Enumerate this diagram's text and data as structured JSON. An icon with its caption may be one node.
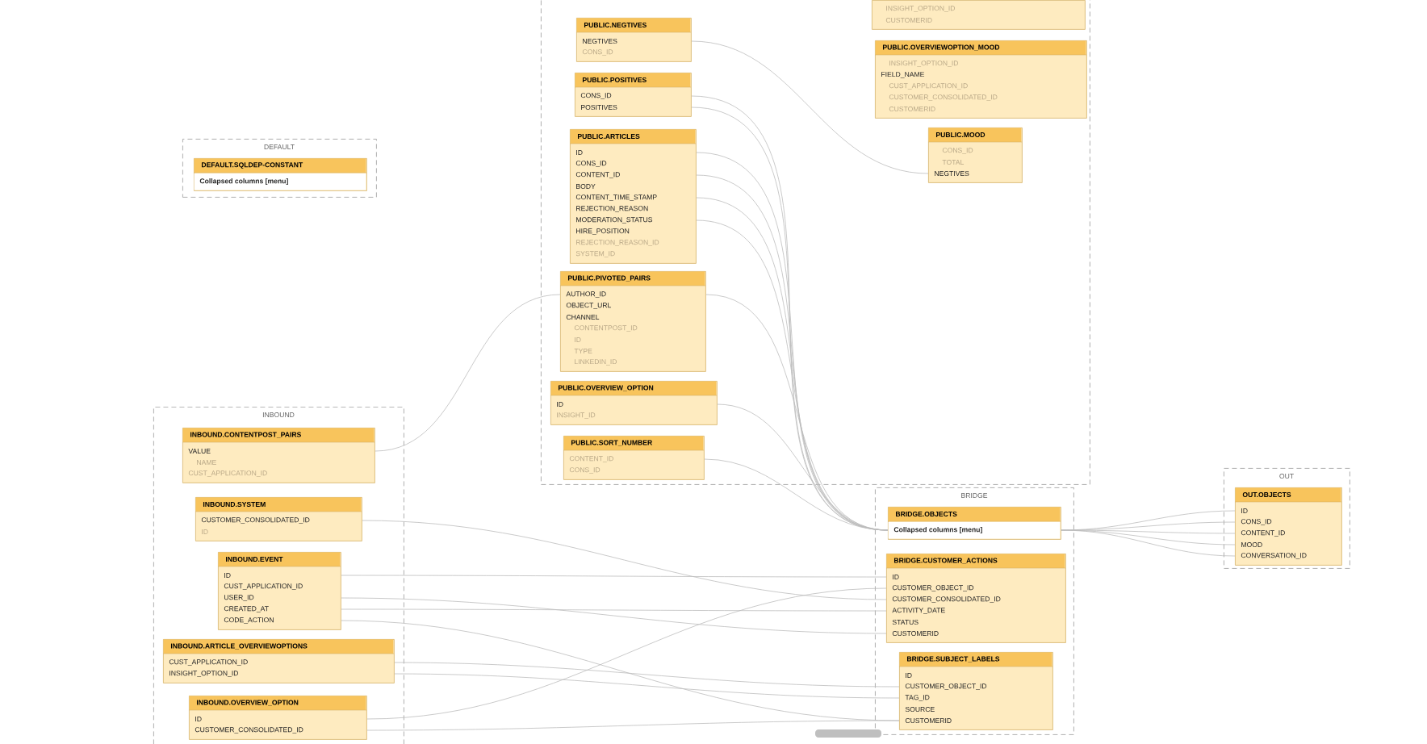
{
  "diagram": {
    "nodes": [
      {
        "text": [],
        "shape": "box"
      },
      {
        "text": [
          "INSIGHT_OPTION_ID",
          "CUSTOMERID"
        ],
        "in": 0
      },
      {
        "text": [
          "PUBLIC.NEGTIVES",
          "NEGTIVES",
          "CONS_ID"
        ],
        "in": 0
      },
      {
        "text": [
          "PUBLIC.POSITIVES",
          "CONS_ID",
          "POSITIVES"
        ],
        "in": 0
      },
      {
        "text": [
          "PUBLIC.ARTICLES",
          "ID",
          "CONS_ID",
          "CONTENT_ID",
          "BODY",
          "CONTENT_TIME_STAMP",
          "REJECTION_REASON",
          "MODERATION_STATUS",
          "HIRE_POSITION",
          "REJECTION_REASON_ID",
          "SYSTEM_ID"
        ],
        "in": 0
      },
      {
        "text": [
          "PUBLIC.OVERVIEWOPTION_MOOD",
          "INSIGHT_OPTION_ID",
          "FIELD_NAME",
          "CUST_APPLICATION_ID",
          "CUSTOMER_CONSOLIDATED_ID",
          "CUSTOMERID"
        ],
        "in": 0
      },
      {
        "text": [
          "PUBLIC.MOOD",
          "CONS_ID",
          "TOTAL",
          "NEGTIVES"
        ],
        "in": 0
      },
      {
        "text": [
          "PUBLIC.PIVOTED_PAIRS",
          "AUTHOR_ID",
          "OBJECT_URL",
          "CHANNEL",
          "CONTENTPOST_ID",
          "ID",
          "TYPE",
          "LINKEDIN_ID"
        ],
        "in": 0
      },
      {
        "text": [
          "PUBLIC.OVERVIEW_OPTION",
          "ID",
          "INSIGHT_ID"
        ],
        "in": 0
      },
      {
        "text": [
          "PUBLIC.SORT_NUMBER",
          "CONTENT_ID",
          "CONS_ID"
        ],
        "in": 0
      },
      {
        "text": [
          "DEFAULT"
        ]
      },
      {
        "text": [
          "DEFAULT.SQLDEP-CONSTANT",
          "Collapsed columns [menu]"
        ],
        "in": 10
      },
      {
        "text": [
          "INBOUND"
        ]
      },
      {
        "text": [
          "INBOUND.CONTENTPOST_PAIRS",
          "VALUE",
          "NAME",
          "CUST_APPLICATION_ID"
        ],
        "in": 12
      },
      {
        "text": [
          "INBOUND.SYSTEM",
          "CUSTOMER_CONSOLIDATED_ID",
          "ID"
        ],
        "in": 12
      },
      {
        "text": [
          "INBOUND.EVENT",
          "ID",
          "CUST_APPLICATION_ID",
          "USER_ID",
          "CREATED_AT",
          "CODE_ACTION"
        ],
        "in": 12
      },
      {
        "text": [
          "INBOUND.ARTICLE_OVERVIEWOPTIONS",
          "CUST_APPLICATION_ID",
          "INSIGHT_OPTION_ID"
        ],
        "in": 12
      },
      {
        "text": [
          "INBOUND.OVERVIEW_OPTION",
          "ID",
          "CUSTOMER_CONSOLIDATED_ID"
        ],
        "in": 12
      },
      {
        "text": [
          "BRIDGE"
        ]
      },
      {
        "text": [
          "BRIDGE.OBJECTS",
          "Collapsed columns [menu]"
        ],
        "in": 18
      },
      {
        "text": [
          "BRIDGE.CUSTOMER_ACTIONS",
          "ID",
          "CUSTOMER_OBJECT_ID",
          "CUSTOMER_CONSOLIDATED_ID",
          "ACTIVITY_DATE",
          "STATUS",
          "CUSTOMERID"
        ],
        "in": 18
      },
      {
        "text": [
          "BRIDGE.SUBJECT_LABELS",
          "ID",
          "CUSTOMER_OBJECT_ID",
          "TAG_ID",
          "SOURCE",
          "CUSTOMERID"
        ],
        "in": 18
      },
      {
        "text": [
          "OUT"
        ]
      },
      {
        "text": [
          "OUT.OBJECTS",
          "ID",
          "CONS_ID",
          "CONTENT_ID",
          "MOOD",
          "CONVERSATION_ID"
        ],
        "in": 22
      }
    ],
    "edges": [
      {
        "from": 13,
        "to": 7,
        "arrow": "none"
      },
      {
        "from": 2,
        "to": 6,
        "arrow": "none"
      },
      {
        "from": 3,
        "to": 19,
        "arrow": "none"
      },
      {
        "from": 3,
        "to": 19,
        "arrow": "none"
      },
      {
        "from": 4,
        "to": 19,
        "arrow": "none"
      },
      {
        "from": 4,
        "to": 19,
        "arrow": "none"
      },
      {
        "from": 4,
        "to": 19,
        "arrow": "none"
      },
      {
        "from": 4,
        "to": 19,
        "arrow": "none"
      },
      {
        "from": 7,
        "to": 19,
        "arrow": "none"
      },
      {
        "from": 8,
        "to": 19,
        "arrow": "none"
      },
      {
        "from": 9,
        "to": 19,
        "arrow": "none"
      },
      {
        "from": 14,
        "to": 20,
        "arrow": "none"
      },
      {
        "from": 15,
        "to": 20,
        "arrow": "none"
      },
      {
        "from": 15,
        "to": 20,
        "arrow": "none"
      },
      {
        "from": 15,
        "to": 20,
        "arrow": "none"
      },
      {
        "from": 15,
        "to": 21,
        "arrow": "none"
      },
      {
        "from": 16,
        "to": 21,
        "arrow": "none"
      },
      {
        "from": 16,
        "to": 21,
        "arrow": "none"
      },
      {
        "from": 17,
        "to": 21,
        "arrow": "none"
      },
      {
        "from": 17,
        "to": 20,
        "arrow": "none"
      },
      {
        "from": 19,
        "to": 23,
        "arrow": "none"
      },
      {
        "from": 19,
        "to": 23,
        "arrow": "none"
      },
      {
        "from": 19,
        "to": 23,
        "arrow": "none"
      },
      {
        "from": 19,
        "to": 23,
        "arrow": "none"
      },
      {
        "from": 19,
        "to": 23,
        "arrow": "none"
      }
    ]
  }
}
